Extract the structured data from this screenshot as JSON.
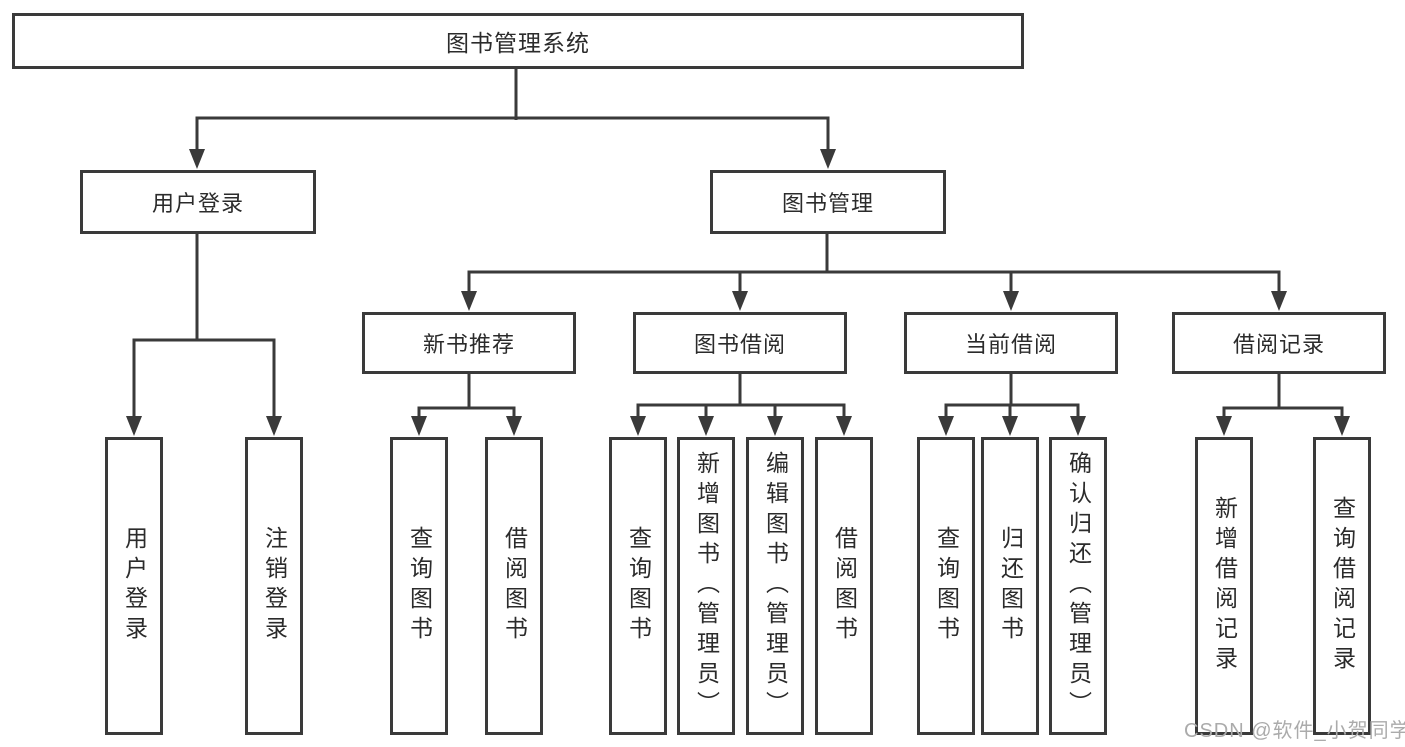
{
  "title": "图书管理系统",
  "level2": [
    {
      "label": "用户登录"
    },
    {
      "label": "图书管理"
    }
  ],
  "level3": [
    {
      "label": "新书推荐"
    },
    {
      "label": "图书借阅"
    },
    {
      "label": "当前借阅"
    },
    {
      "label": "借阅记录"
    }
  ],
  "leaves": {
    "user_login": [
      "用户登录",
      "注销登录"
    ],
    "new_book_recommend": [
      "查询图书",
      "借阅图书"
    ],
    "book_borrow": [
      "查询图书",
      "新增图书（管理员）",
      "编辑图书（管理员）",
      "借阅图书"
    ],
    "current_borrow": [
      "查询图书",
      "归还图书",
      "确认归还（管理员）"
    ],
    "borrow_record": [
      "新增借阅记录",
      "查询借阅记录"
    ]
  },
  "watermark": "CSDN @软件_小贺同学",
  "colors": {
    "line": "#3a3a3a",
    "text": "#2b2b2b",
    "watermark": "#ababab",
    "background": "#ffffff"
  }
}
